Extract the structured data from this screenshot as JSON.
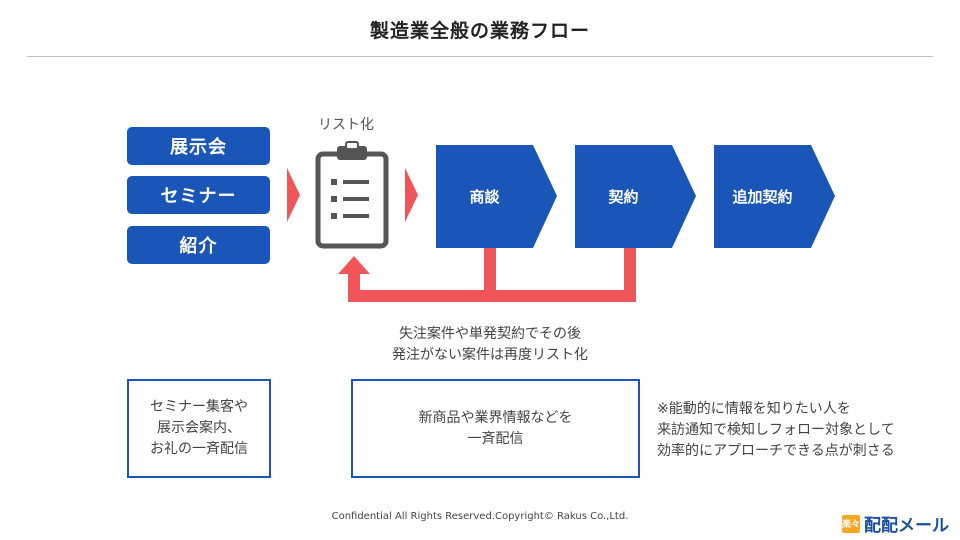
{
  "title": "製造業全般の業務フロー",
  "sources": [
    "展示会",
    "セミナー",
    "紹介"
  ],
  "list_label": "リスト化",
  "steps": [
    "商談",
    "契約",
    "追加契約"
  ],
  "loop_note": [
    "失注案件や単発契約でその後",
    "発注がない案件は再度リスト化"
  ],
  "boxes": {
    "left": [
      "セミナー集客や",
      "展示会案内、",
      "お礼の一斉配信"
    ],
    "middle": [
      "新商品や業界情報などを",
      "一斉配信"
    ]
  },
  "note": [
    "※能動的に情報を知りたい人を",
    "来訪通知で検知しフォロー対象として",
    "効率的にアプローチできる点が刺さる"
  ],
  "footer": {
    "copyright": "Confidential All Rights Reserved.Copyright© Rakus Co.,Ltd.",
    "logo_badge": "楽々",
    "logo_text": "配配メール"
  },
  "colors": {
    "primary": "#1a56b8",
    "arrow": "#f0555a",
    "clipboard": "#555555"
  }
}
